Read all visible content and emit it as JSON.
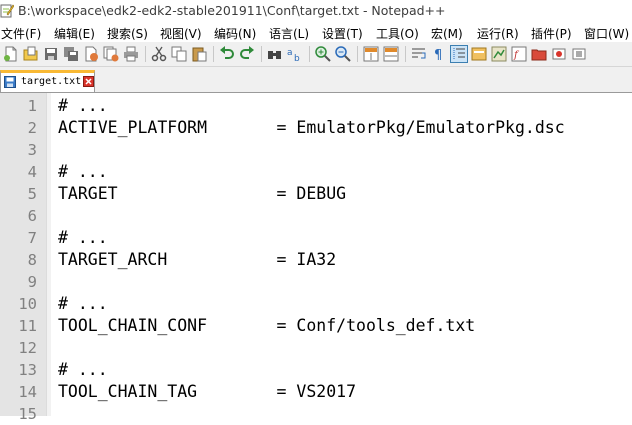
{
  "window": {
    "title": "B:\\workspace\\edk2-edk2-stable201911\\Conf\\target.txt - Notepad++",
    "icon": "notepadpp-icon"
  },
  "menu": [
    {
      "label": "文件(F)"
    },
    {
      "label": "编辑(E)"
    },
    {
      "label": "搜索(S)"
    },
    {
      "label": "视图(V)"
    },
    {
      "label": "编码(N)"
    },
    {
      "label": "语言(L)"
    },
    {
      "label": "设置(T)"
    },
    {
      "label": "工具(O)"
    },
    {
      "label": "宏(M)"
    },
    {
      "label": "运行(R)"
    },
    {
      "label": "插件(P)"
    },
    {
      "label": "窗口(W)"
    }
  ],
  "toolbar": [
    {
      "name": "new-file-icon"
    },
    {
      "name": "open-file-icon"
    },
    {
      "name": "save-icon"
    },
    {
      "name": "save-all-icon"
    },
    {
      "name": "close-icon"
    },
    {
      "name": "close-all-icon"
    },
    {
      "name": "print-icon"
    },
    {
      "name": "cut-icon"
    },
    {
      "name": "copy-icon"
    },
    {
      "name": "paste-icon"
    },
    {
      "name": "undo-icon"
    },
    {
      "name": "redo-icon"
    },
    {
      "name": "find-icon"
    },
    {
      "name": "replace-icon"
    },
    {
      "name": "zoom-in-icon"
    },
    {
      "name": "zoom-out-icon"
    },
    {
      "name": "sync-vertical-icon"
    },
    {
      "name": "sync-horizontal-icon"
    },
    {
      "name": "word-wrap-icon"
    },
    {
      "name": "show-all-chars-icon"
    },
    {
      "name": "indent-guide-icon"
    },
    {
      "name": "udl-icon"
    },
    {
      "name": "doc-map-icon"
    },
    {
      "name": "function-list-icon"
    },
    {
      "name": "folder-as-workspace-icon"
    },
    {
      "name": "record-macro-icon"
    },
    {
      "name": "stop-macro-icon"
    }
  ],
  "tabs": [
    {
      "label": "target.txt",
      "active": true,
      "icon": "saved-file-icon"
    }
  ],
  "colors": {
    "gutter": "#e4e4e4",
    "line_number": "#808080",
    "tab_accent": "#f9b934",
    "close_red": "#d9342b"
  },
  "editor": {
    "lines": [
      {
        "no": "1",
        "text": "# ..."
      },
      {
        "no": "2",
        "text": "ACTIVE_PLATFORM       = EmulatorPkg/EmulatorPkg.dsc"
      },
      {
        "no": "3",
        "text": ""
      },
      {
        "no": "4",
        "text": "# ..."
      },
      {
        "no": "5",
        "text": "TARGET                = DEBUG"
      },
      {
        "no": "6",
        "text": ""
      },
      {
        "no": "7",
        "text": "# ..."
      },
      {
        "no": "8",
        "text": "TARGET_ARCH           = IA32"
      },
      {
        "no": "9",
        "text": ""
      },
      {
        "no": "10",
        "text": "# ..."
      },
      {
        "no": "11",
        "text": "TOOL_CHAIN_CONF       = Conf/tools_def.txt"
      },
      {
        "no": "12",
        "text": ""
      },
      {
        "no": "13",
        "text": "# ..."
      },
      {
        "no": "14",
        "text": "TOOL_CHAIN_TAG        = VS2017"
      },
      {
        "no": "15",
        "text": ""
      }
    ]
  }
}
